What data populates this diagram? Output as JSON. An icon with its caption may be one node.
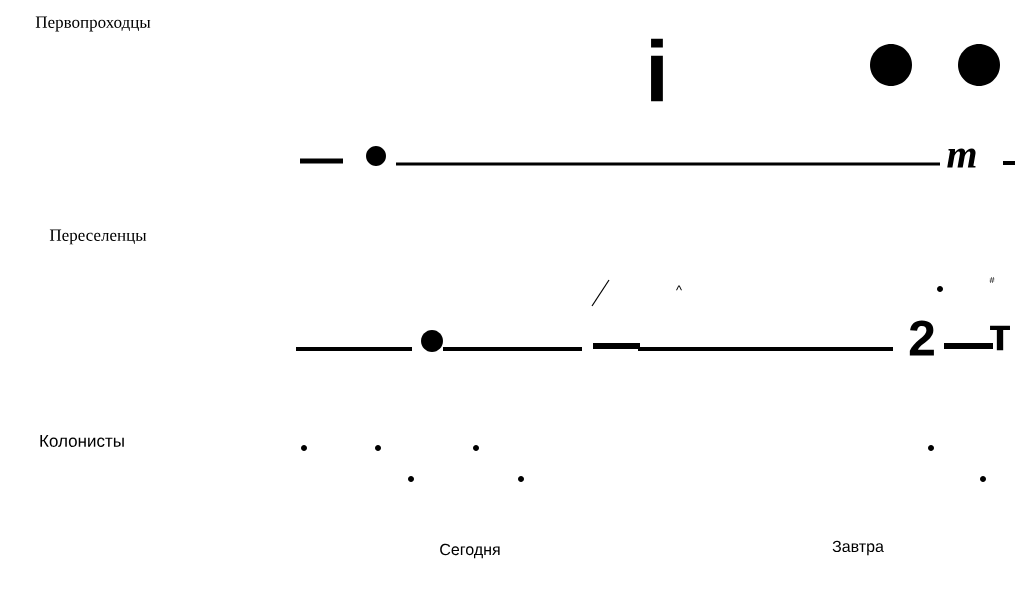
{
  "diagram": {
    "labels": [
      "Первопроходцы",
      "i",
      "m",
      "Переселенцы",
      "^",
      "#",
      "2",
      "т",
      "Колонисты",
      "Сегодня",
      "Завтра"
    ]
  }
}
